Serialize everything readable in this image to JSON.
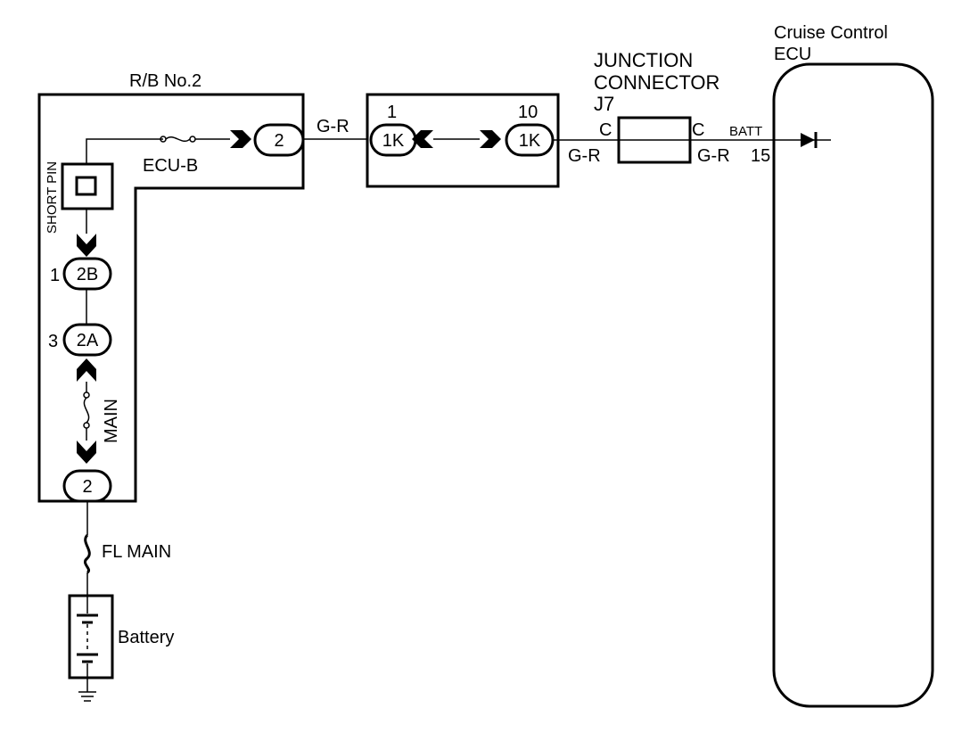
{
  "rb_box": {
    "title": "R/B No.2",
    "short_pin": "SHORT PIN",
    "fuse_ecu_b": "ECU-B",
    "fuse_main": "MAIN",
    "connector_top": "2",
    "connector_2b": "2B",
    "connector_2b_pin": "1",
    "connector_2a": "2A",
    "connector_2a_pin": "3",
    "connector_bottom": "2"
  },
  "wire_color_1": "G-R",
  "wire_color_2": "G-R",
  "wire_color_3": "G-R",
  "junction_block": {
    "pin_left": "1",
    "pin_right": "10",
    "connector_left": "1K",
    "connector_right": "1K"
  },
  "junction_connector": {
    "title_line1": "JUNCTION",
    "title_line2": "CONNECTOR",
    "id": "J7",
    "pin_left": "C",
    "pin_right": "C"
  },
  "ecu": {
    "title_line1": "Cruise Control",
    "title_line2": "ECU",
    "terminal_name": "BATT",
    "terminal_pin": "15"
  },
  "fl_main": "FL MAIN",
  "battery": "Battery"
}
